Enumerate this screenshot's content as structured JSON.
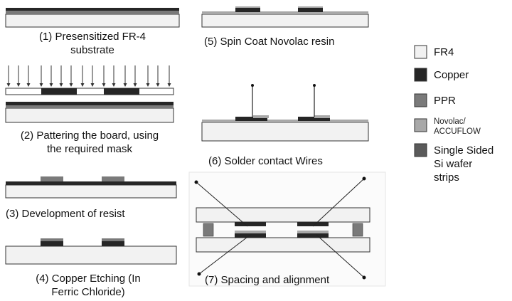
{
  "colors": {
    "fr4": "#f2f2f2",
    "copper": "#262626",
    "ppr": "#7a7a7a",
    "novolac": "#a8a8a8",
    "si_wafer": "#5a5a5a",
    "outline": "#333333"
  },
  "steps": [
    {
      "line1": "(1) Presensitized FR-4",
      "line2": "substrate"
    },
    {
      "line1": "(2) Pattering the board, using",
      "line2": "the required mask"
    },
    {
      "line1": "(3) Development of resist",
      "line2": ""
    },
    {
      "line1": "(4) Copper Etching (In",
      "line2": "Ferric Chloride)"
    },
    {
      "line1": "(5) Spin Coat Novolac resin",
      "line2": ""
    },
    {
      "line1": "(6) Solder contact Wires",
      "line2": ""
    },
    {
      "line1": "(7) Spacing and alignment",
      "line2": ""
    }
  ],
  "legend": [
    {
      "key": "fr4",
      "label": "FR4",
      "label2": ""
    },
    {
      "key": "copper",
      "label": "Copper",
      "label2": ""
    },
    {
      "key": "ppr",
      "label": "PPR",
      "label2": ""
    },
    {
      "key": "novolac",
      "label": "Novolac/",
      "label2": "ACCUFLOW"
    },
    {
      "key": "si_wafer",
      "label": "Single Sided",
      "label2": "Si wafer",
      "label3": "strips"
    }
  ]
}
